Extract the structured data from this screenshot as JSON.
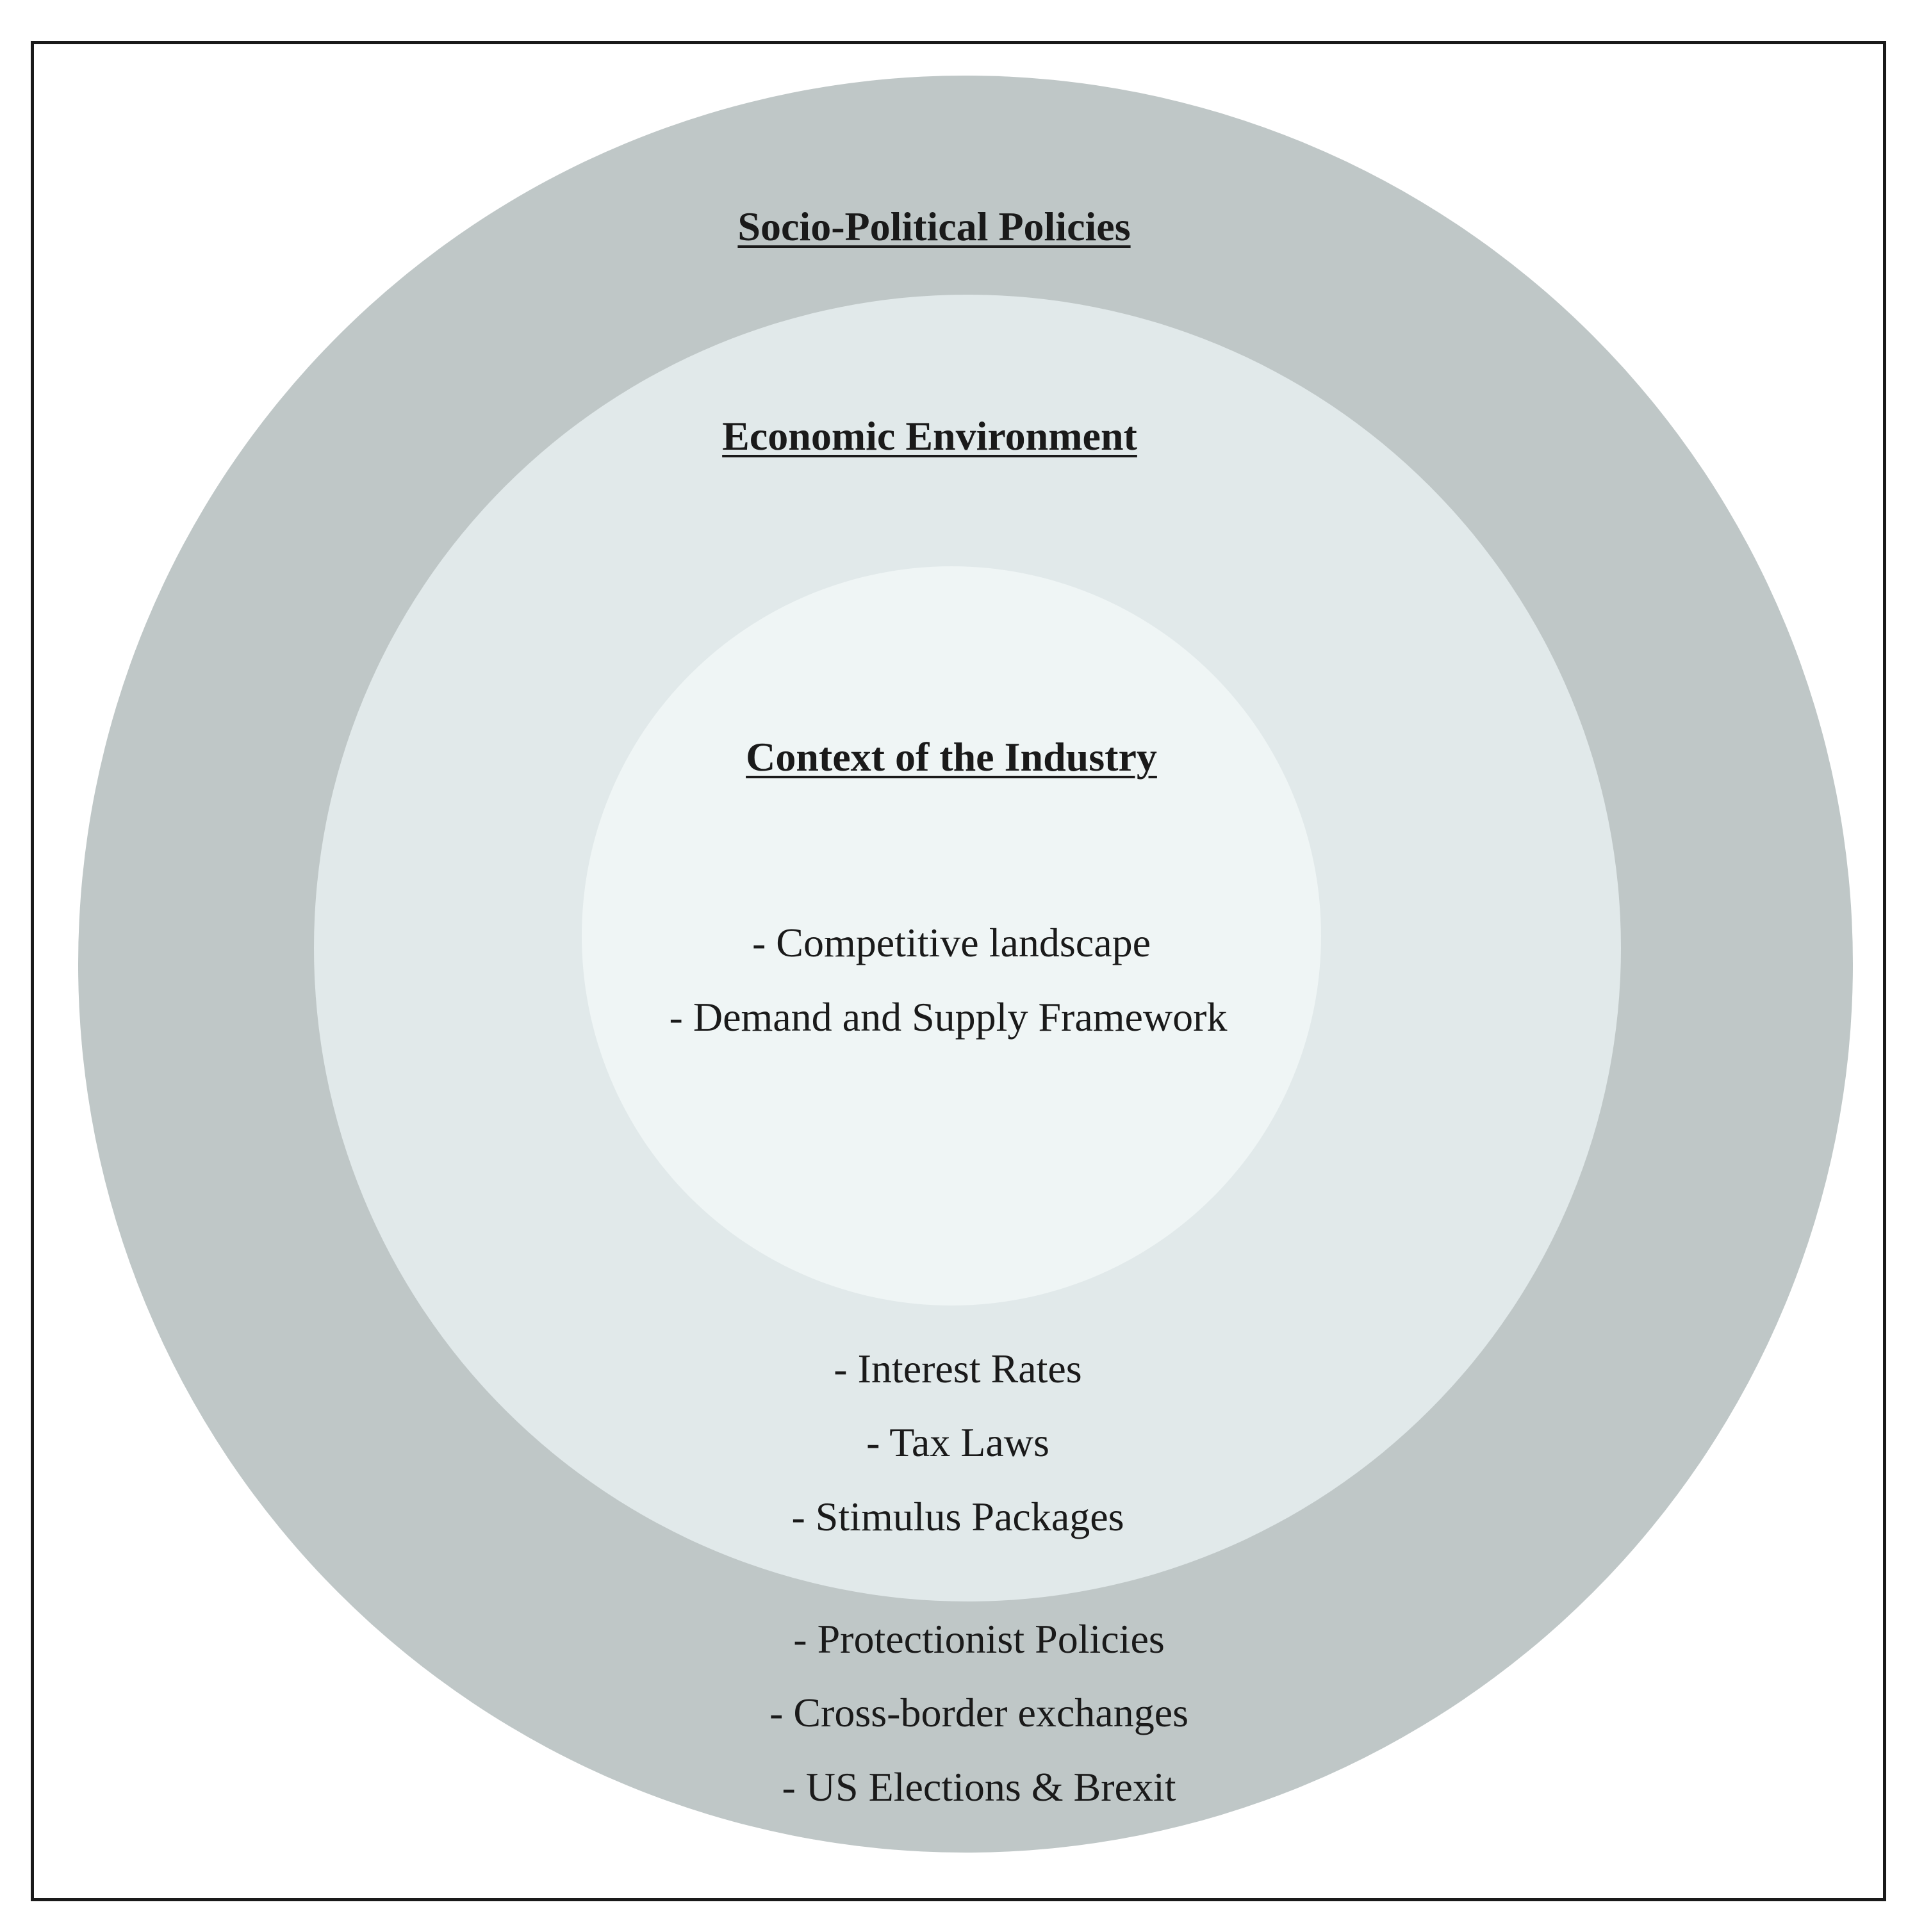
{
  "colors": {
    "outer_ring": "#bfc7c7",
    "middle_ring": "#e1e9ea",
    "inner_ring": "#eff5f5",
    "text": "#1a1a1a",
    "frame": "#1a1a1a"
  },
  "diagram": {
    "outer": {
      "title": "Socio-Political Policies",
      "items": [
        "- Protectionist Policies",
        "- Cross-border exchanges",
        "- US Elections & Brexit"
      ]
    },
    "middle": {
      "title": "Economic Environment",
      "items": [
        "- Interest Rates",
        "- Tax Laws",
        "- Stimulus Packages"
      ]
    },
    "inner": {
      "title": "Context of the Industry",
      "items": [
        "- Competitive landscape",
        "- Demand and Supply Framework"
      ]
    }
  }
}
